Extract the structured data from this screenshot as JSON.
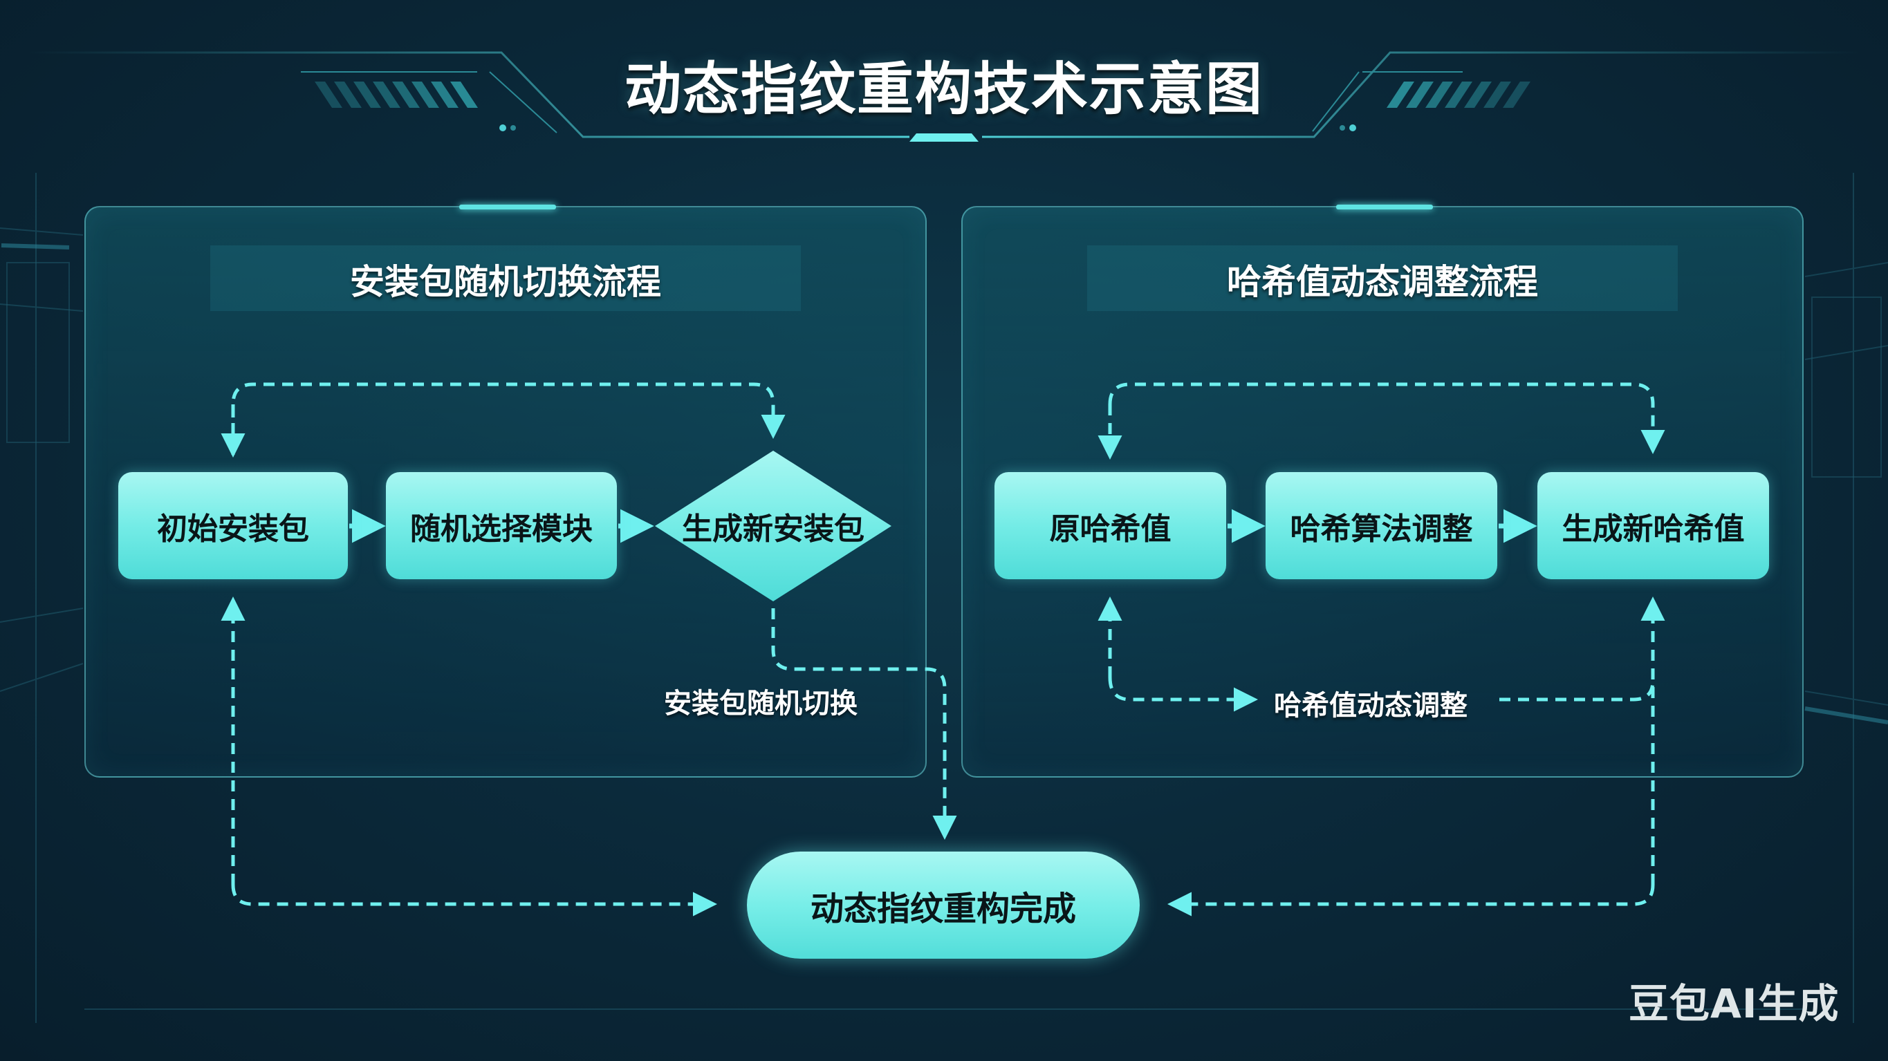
{
  "title": "动态指纹重构技术示意图",
  "colors": {
    "background": "#0b2a3b",
    "accent": "#5fe3e3",
    "node_fill": "#74ece6",
    "node_text": "#0a1518",
    "label_text": "#ffffff"
  },
  "left_panel": {
    "title": "安装包随机切换流程",
    "nodes": [
      {
        "label": "初始安装包",
        "shape": "rounded-rect"
      },
      {
        "label": "随机选择模块",
        "shape": "rounded-rect"
      },
      {
        "label": "生成新安装包",
        "shape": "diamond"
      }
    ],
    "loop_label": "安装包随机切换"
  },
  "right_panel": {
    "title": "哈希值动态调整流程",
    "nodes": [
      {
        "label": "原哈希值",
        "shape": "rounded-rect"
      },
      {
        "label": "哈希算法调整",
        "shape": "rounded-rect"
      },
      {
        "label": "生成新哈希值",
        "shape": "rounded-rect"
      }
    ],
    "loop_label": "哈希值动态调整"
  },
  "final_node": {
    "label": "动态指纹重构完成",
    "shape": "pill"
  },
  "watermark": "豆包AI生成"
}
